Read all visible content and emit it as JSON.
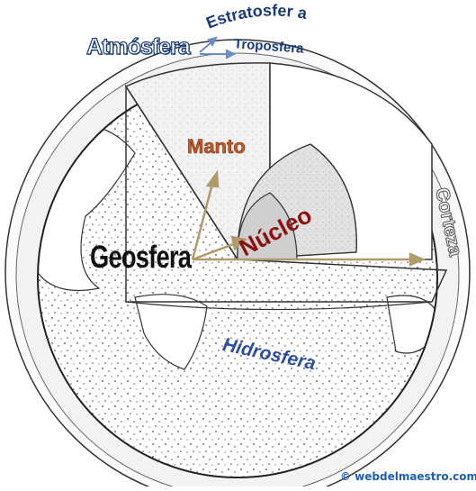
{
  "labels": {
    "atmosfera": "Atmósfera",
    "estratosfera": "Estratosfer a",
    "troposfera": "Troposfera",
    "manto": "Manto",
    "nucleo": "Núcleo",
    "geosfera": "Geosfera",
    "corteza": "Corteza",
    "hidrosfera": "Hidrosfera"
  },
  "credit": "© webdelmaestro.com",
  "colors": {
    "atmosphere": "#1a3a70",
    "manto": "#c65a2a",
    "nucleo": "#8b1010",
    "hidrosfera": "#2d4fa0",
    "arrows": "#b09a6a",
    "credit": "#1d5fb0"
  }
}
